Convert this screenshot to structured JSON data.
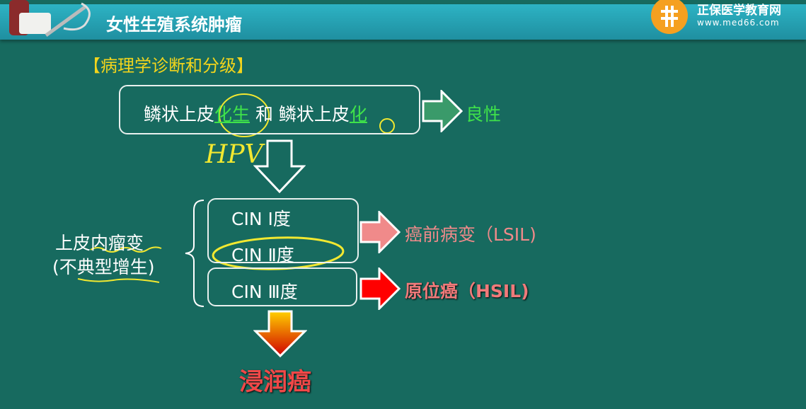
{
  "header": {
    "title": "女性生殖系统肿瘤",
    "brand": "正保医学教育网",
    "url": "www.med66.com"
  },
  "section": "【病理学诊断和分级】",
  "top_box": {
    "part1": "鳞状上皮",
    "part2": "化生",
    "part3": " 和 鳞状上皮",
    "part4": "化"
  },
  "benign": "良性",
  "handwriting": "HPV",
  "left_label": {
    "line1": "上皮内瘤变",
    "line2": "(不典型增生)"
  },
  "cin": [
    "CIN  Ⅰ度",
    "CIN  Ⅱ度",
    "CIN  Ⅲ度"
  ],
  "lsil": "癌前病变（LSIL)",
  "hsil": "原位癌（HSIL)",
  "invasive": "浸润癌",
  "colors": {
    "bg": "#176a5f",
    "yellow": "#f2d41c",
    "green": "#3fe24a",
    "pink": "#f08a8a",
    "red": "#f04848"
  }
}
